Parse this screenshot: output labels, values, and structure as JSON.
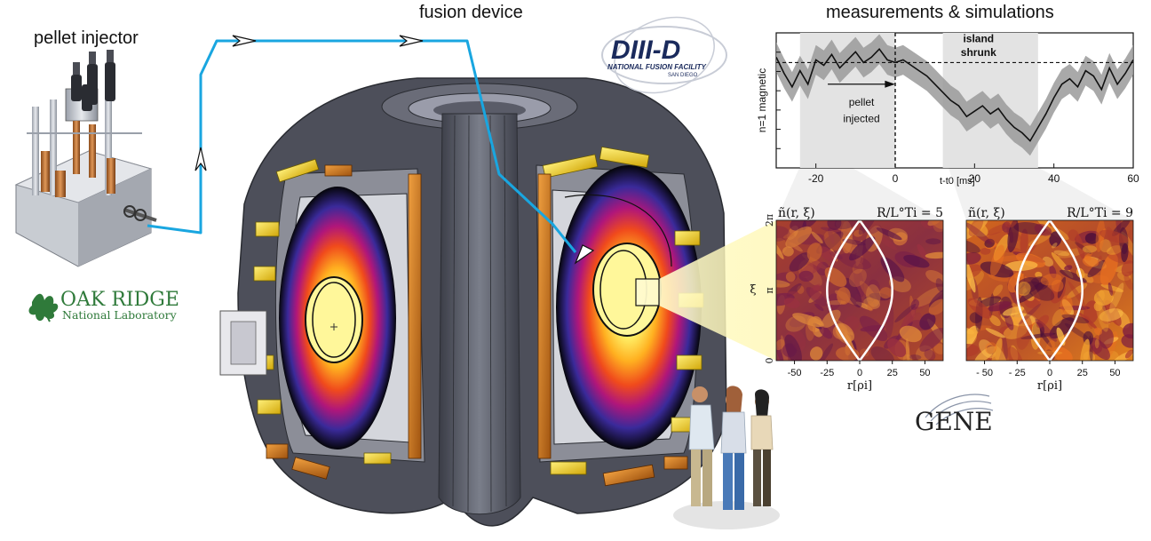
{
  "titles": {
    "pellet_injector": "pellet injector",
    "fusion_device": "fusion device",
    "measurements": "measurements & simulations"
  },
  "logos": {
    "ornl_line1": "OAK RIDGE",
    "ornl_line2": "National Laboratory",
    "diiid_main": "DIII-D",
    "diiid_sub": "NATIONAL FUSION FACILITY",
    "diiid_city": "SAN DIEGO",
    "gene": "GENE"
  },
  "colors": {
    "path_blue": "#19a6e0",
    "ornl_green": "#2f7a3a",
    "diiid_navy": "#1a2a5c",
    "band_grey": "#e3e3e3",
    "envelope_grey": "#9a9a9a",
    "vessel_grey": "#4d4f5a",
    "coil_yellow": "#f2d21a",
    "coil_orange": "#c8741a",
    "sim_plasma_mid": "#c8502a"
  },
  "icons": [
    "arrow-chevron-icon",
    "oak-leaf-icon",
    "gene-swoosh-icon",
    "people-illustration"
  ],
  "chart_data": {
    "type": "line",
    "title": "",
    "xlabel": "t-t0 [ms]",
    "ylabel": "n=1 magnetic",
    "xlim": [
      -30,
      60
    ],
    "ylim": [
      0,
      1
    ],
    "xticks": [
      -20,
      0,
      20,
      40,
      60
    ],
    "x": [
      -30,
      -28,
      -26,
      -24,
      -22,
      -20,
      -18,
      -16,
      -14,
      -12,
      -10,
      -8,
      -6,
      -4,
      -2,
      0,
      2,
      4,
      6,
      8,
      10,
      12,
      14,
      16,
      18,
      20,
      22,
      24,
      26,
      28,
      30,
      32,
      34,
      36,
      38,
      40,
      42,
      44,
      46,
      48,
      50,
      52,
      54,
      56,
      58,
      60
    ],
    "series": [
      {
        "values": [
          0.82,
          0.7,
          0.6,
          0.72,
          0.62,
          0.8,
          0.76,
          0.84,
          0.74,
          0.8,
          0.86,
          0.78,
          0.82,
          0.88,
          0.8,
          0.78,
          0.8,
          0.76,
          0.72,
          0.68,
          0.62,
          0.56,
          0.5,
          0.46,
          0.38,
          0.42,
          0.46,
          0.4,
          0.44,
          0.36,
          0.3,
          0.26,
          0.2,
          0.3,
          0.4,
          0.52,
          0.62,
          0.66,
          0.6,
          0.72,
          0.68,
          0.58,
          0.74,
          0.62,
          0.7,
          0.8
        ],
        "band": 0.11
      }
    ],
    "reference_level": 0.78,
    "marker_x": 0,
    "shaded_regions": [
      {
        "from": -24,
        "to": 0
      },
      {
        "from": 12,
        "to": 36
      }
    ],
    "annotations": [
      {
        "text": "island",
        "x": 21,
        "y": 0.93
      },
      {
        "text": "shrunk",
        "x": 21,
        "y": 0.83
      },
      {
        "text": "pellet",
        "x": -8.5,
        "y": 0.46
      },
      {
        "text": "injected",
        "x": -8.5,
        "y": 0.34
      }
    ],
    "grid": false
  },
  "sim_panels": [
    {
      "title_left": "ñ(r, ξ)",
      "title_right": "R/L°Ti = 5",
      "xlabel": "r[ρi]",
      "ylabel": "ξ",
      "xticks": [
        "-50",
        "-25",
        "0",
        "25",
        "50"
      ],
      "yticks": [
        "0",
        "π",
        "2π"
      ],
      "island_halfwidth": 25
    },
    {
      "title_left": "ñ(r, ξ)",
      "title_right": "R/L°Ti = 9",
      "xlabel": "r[ρi]",
      "ylabel": "",
      "xticks": [
        "- 50",
        "- 25",
        "0",
        "25",
        "50"
      ],
      "yticks": [],
      "island_halfwidth": 25
    }
  ]
}
